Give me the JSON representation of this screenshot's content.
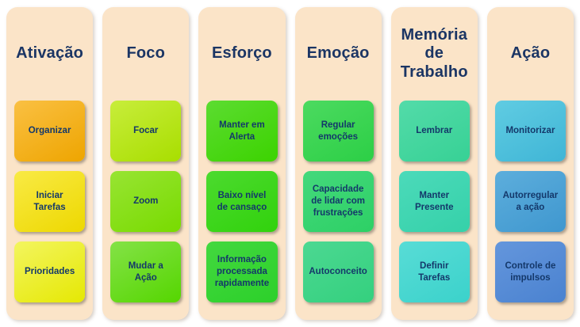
{
  "board": {
    "background": "#ffffff",
    "panel_color": "#FBE4C8",
    "title_color": "#1B3564",
    "card_text_color": "#14386A",
    "columns": [
      {
        "title": "Ativação",
        "cards": [
          {
            "label": "Organizar",
            "color_top": "#FAC043",
            "color_bottom": "#EEA500"
          },
          {
            "label": "Iniciar\nTarefas",
            "color_top": "#F9EA45",
            "color_bottom": "#EDD800"
          },
          {
            "label": "Prioridades",
            "color_top": "#F3F55F",
            "color_bottom": "#E5E803"
          }
        ]
      },
      {
        "title": "Foco",
        "cards": [
          {
            "label": "Focar",
            "color_top": "#C8ED3B",
            "color_bottom": "#A8DE00"
          },
          {
            "label": "Zoom",
            "color_top": "#98E433",
            "color_bottom": "#78DB00"
          },
          {
            "label": "Mudar a\nAção",
            "color_top": "#84E247",
            "color_bottom": "#55D600"
          }
        ]
      },
      {
        "title": "Esforço",
        "cards": [
          {
            "label": "Manter em\nAlerta",
            "color_top": "#5CDC31",
            "color_bottom": "#3CD300"
          },
          {
            "label": "Baixo nível\nde cansaço",
            "color_top": "#4CDA2F",
            "color_bottom": "#31D20C"
          },
          {
            "label": "Informação\nprocessada\nrapidamente",
            "color_top": "#43D83F",
            "color_bottom": "#2CD02A"
          }
        ]
      },
      {
        "title": "Emoção",
        "cards": [
          {
            "label": "Regular\nemoções",
            "color_top": "#4CDA60",
            "color_bottom": "#2CCF46"
          },
          {
            "label": "Capacidade\nde lidar com\nfrustrações",
            "color_top": "#44D87C",
            "color_bottom": "#2DD065"
          },
          {
            "label": "Autoconceito",
            "color_top": "#4CD892",
            "color_bottom": "#34D07E"
          }
        ]
      },
      {
        "title": "Memória\nde\nTrabalho",
        "cards": [
          {
            "label": "Lembrar",
            "color_top": "#53DBA9",
            "color_bottom": "#37D195"
          },
          {
            "label": "Manter\nPresente",
            "color_top": "#4CDABA",
            "color_bottom": "#35D1A9"
          },
          {
            "label": "Definir\nTarefas",
            "color_top": "#58DCD6",
            "color_bottom": "#3BD2CB"
          }
        ]
      },
      {
        "title": "Ação",
        "cards": [
          {
            "label": "Monitorizar",
            "color_top": "#60CCE2",
            "color_bottom": "#3FB5D6"
          },
          {
            "label": "Autorregular\na ação",
            "color_top": "#5DAEDC",
            "color_bottom": "#3F97CF"
          },
          {
            "label": "Controle de\nimpulsos",
            "color_top": "#6496DC",
            "color_bottom": "#4A82D0"
          }
        ]
      }
    ]
  }
}
